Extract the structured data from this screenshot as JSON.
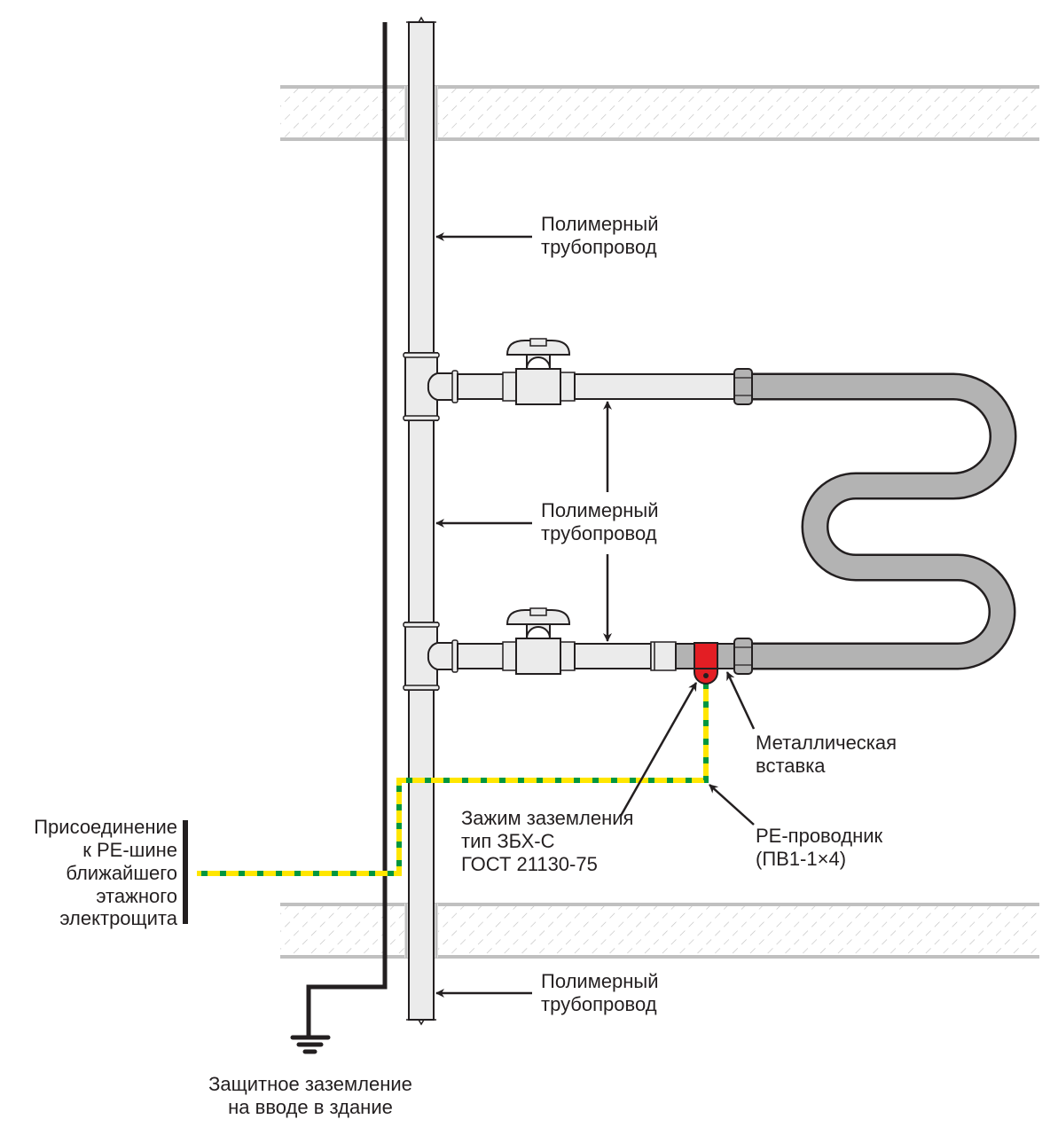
{
  "labels": {
    "pipe_top": [
      "Полимерный",
      "трубопровод"
    ],
    "pipe_middle": [
      "Полимерный",
      "трубопровод"
    ],
    "pipe_bottom": [
      "Полимерный",
      "трубопровод"
    ],
    "metal_insert": [
      "Металлическая",
      "вставка"
    ],
    "clamp": [
      "Зажим заземления",
      "тип ЗБХ-С",
      "ГОСТ 21130-75"
    ],
    "pe_conductor": [
      "РЕ-проводник",
      "(ПВ1-1×4)"
    ],
    "connection": [
      "Присоединение",
      "к РЕ-шине",
      "ближайшего",
      "этажного",
      "электрощита"
    ],
    "ground": [
      "Защитное заземление",
      "на вводе в здание"
    ]
  },
  "colors": {
    "clamp": "#e31e24",
    "pe_yellow": "#ffe600",
    "pe_green": "#00963f",
    "metal_pipe": "#b3b3b3",
    "polymer_pipe": "#ebebeb",
    "slab": "#c8c8c8"
  }
}
